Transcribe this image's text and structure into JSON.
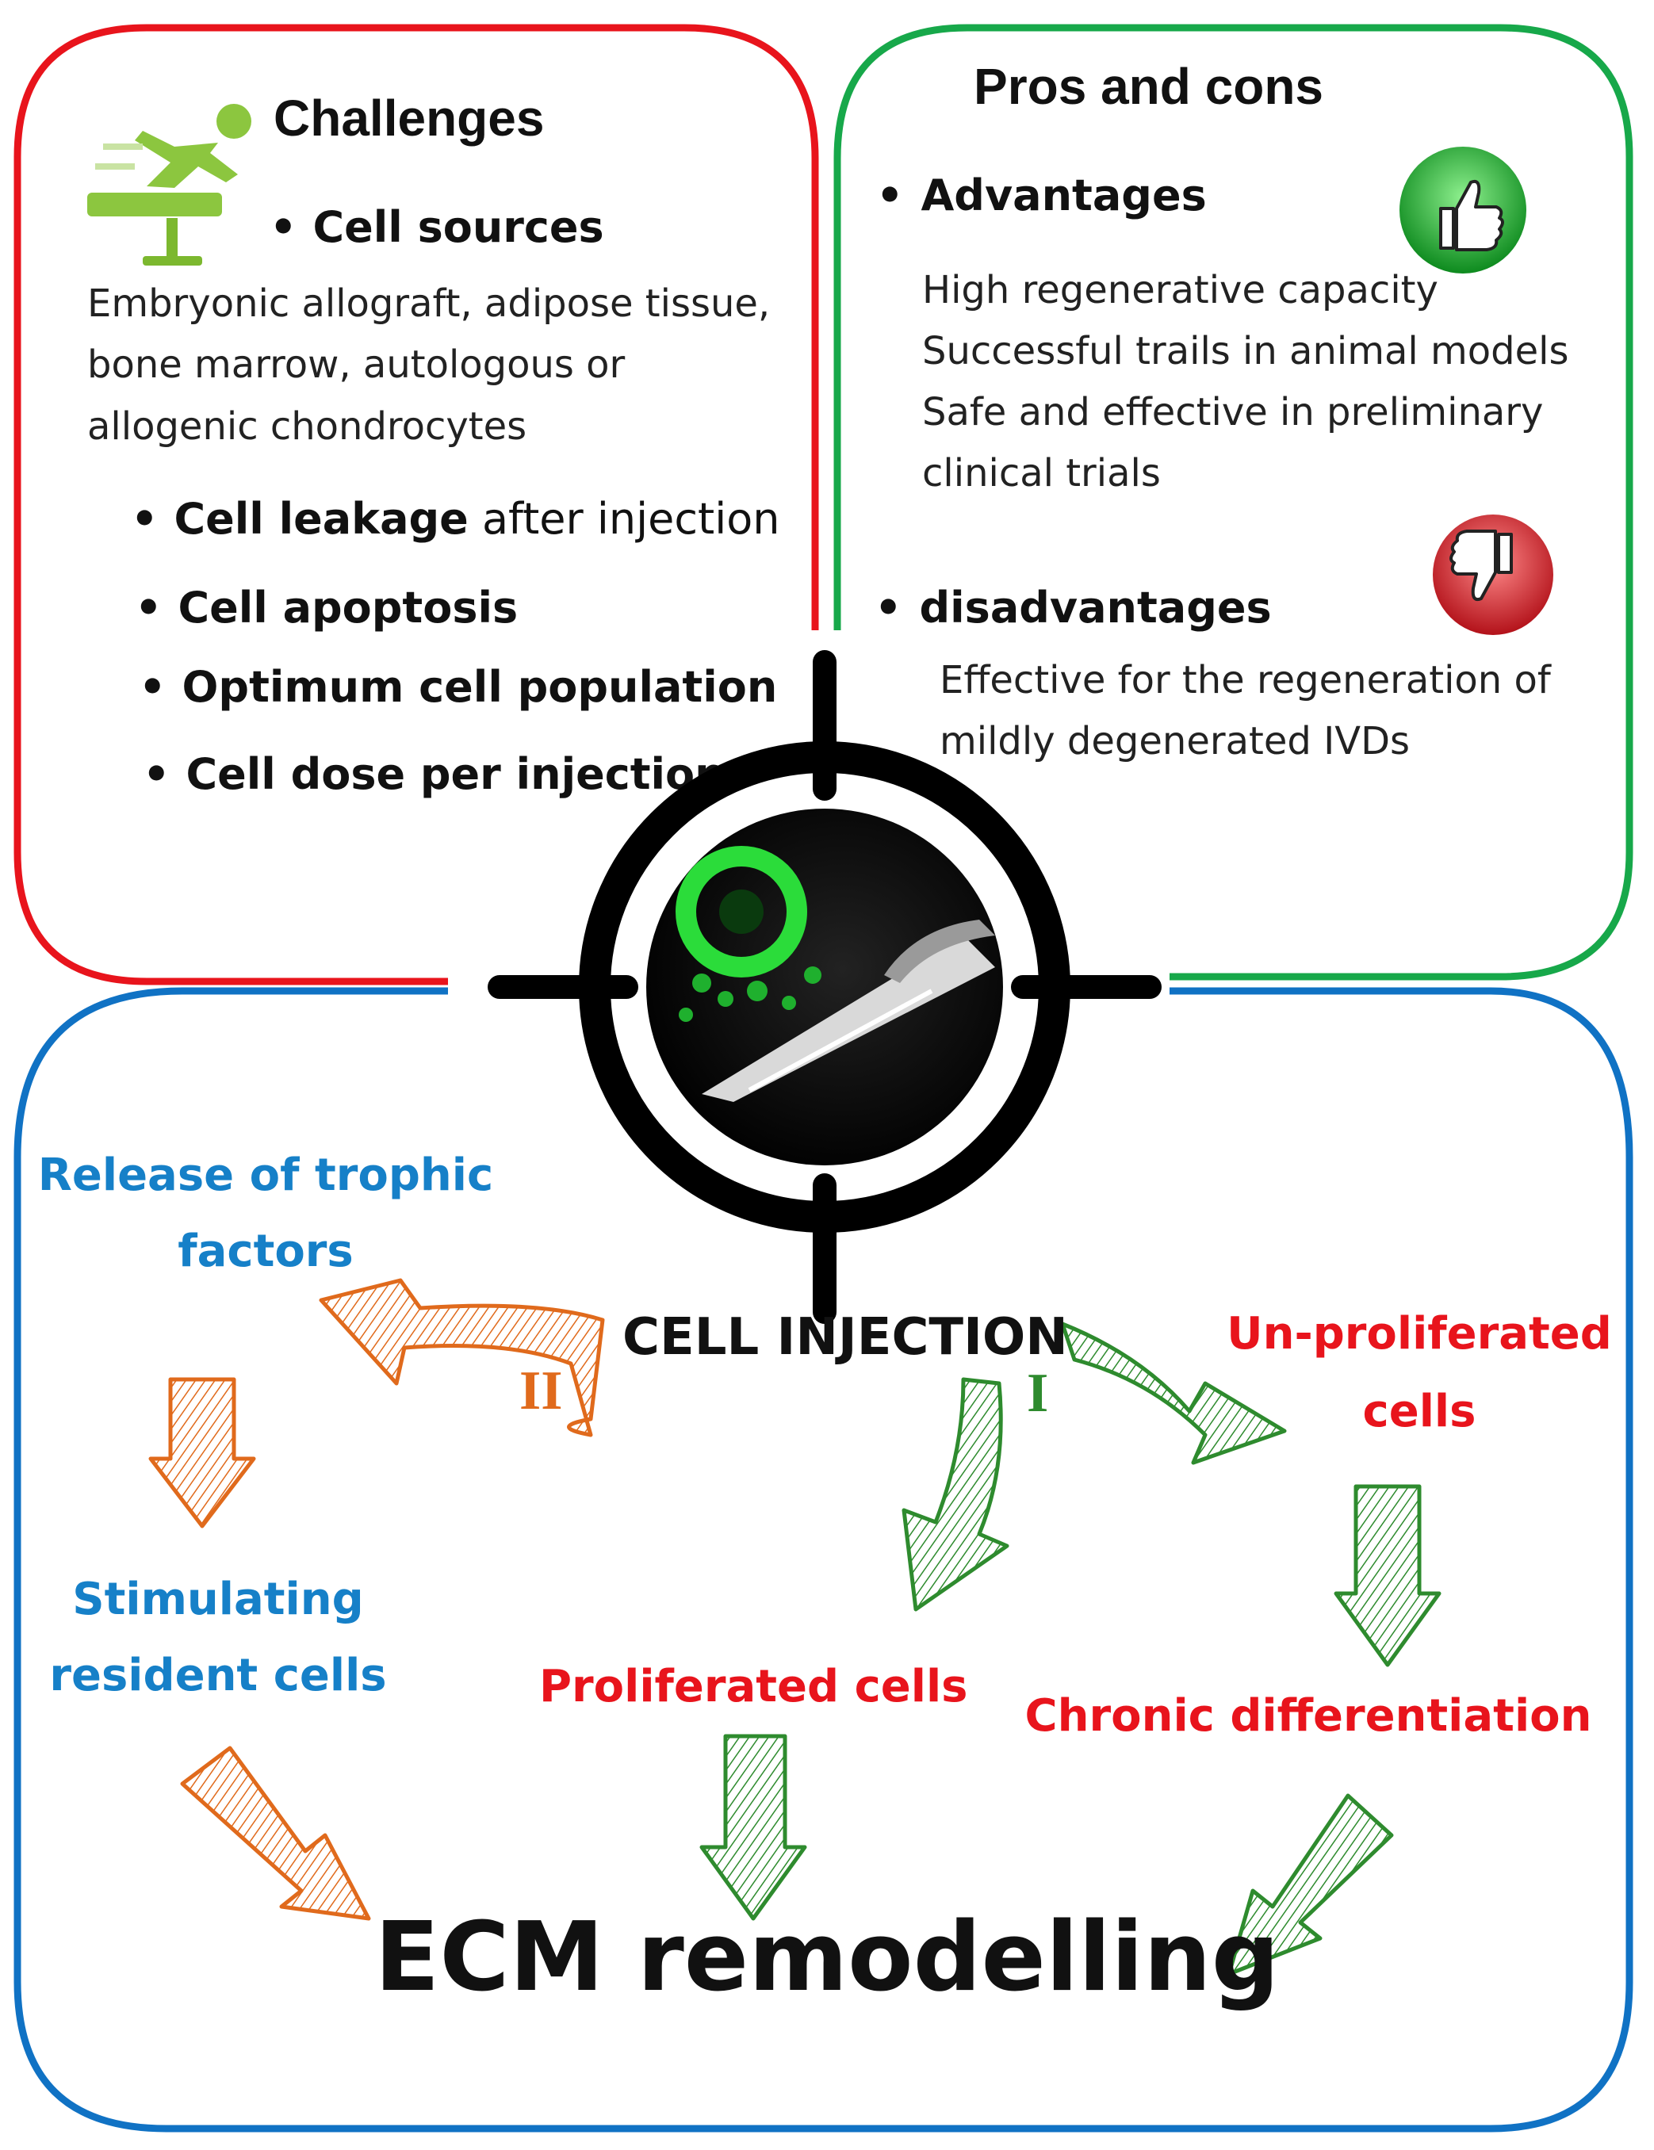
{
  "challenges": {
    "title": "Challenges",
    "cell_sources_label": "Cell sources",
    "cell_sources_lines": [
      "Embryonic allograft, adipose tissue,",
      "bone marrow, autologous or",
      "allogenic chondrocytes"
    ],
    "cell_leakage_bold": "Cell leakage",
    "cell_leakage_rest": " after injection",
    "cell_apoptosis": "Cell apoptosis",
    "optimum_population": "Optimum cell population",
    "cell_dose": "Cell dose per injection"
  },
  "pros_cons": {
    "title": "Pros and cons",
    "advantages_label": "Advantages",
    "advantages_lines": [
      "High regenerative capacity",
      "Successful trails in animal models",
      "Safe and effective in preliminary",
      "clinical trials"
    ],
    "disadvantages_label": "disadvantages",
    "disadvantages_lines": [
      "Effective for the regeneration of",
      "mildly degenerated IVDs"
    ]
  },
  "pathway": {
    "center_label": "CELL INJECTION",
    "route_ii": "II",
    "route_i": "I",
    "release_trophic_lines": [
      "Release of trophic",
      "factors"
    ],
    "stimulating_lines": [
      "Stimulating",
      "resident cells"
    ],
    "unproliferated_lines": [
      "Un-proliferated",
      "cells"
    ],
    "proliferated": "Proliferated cells",
    "chronic_diff": "Chronic differentiation",
    "outcome": "ECM remodelling"
  },
  "colors": {
    "challenges_border": "#e8141c",
    "pros_border": "#17a84a",
    "pathway_border": "#1072c4",
    "blue_text": "#1680c8",
    "red_text": "#e8141c",
    "orange_arrow": "#e06a1c",
    "green_arrow": "#2e8b2e"
  }
}
